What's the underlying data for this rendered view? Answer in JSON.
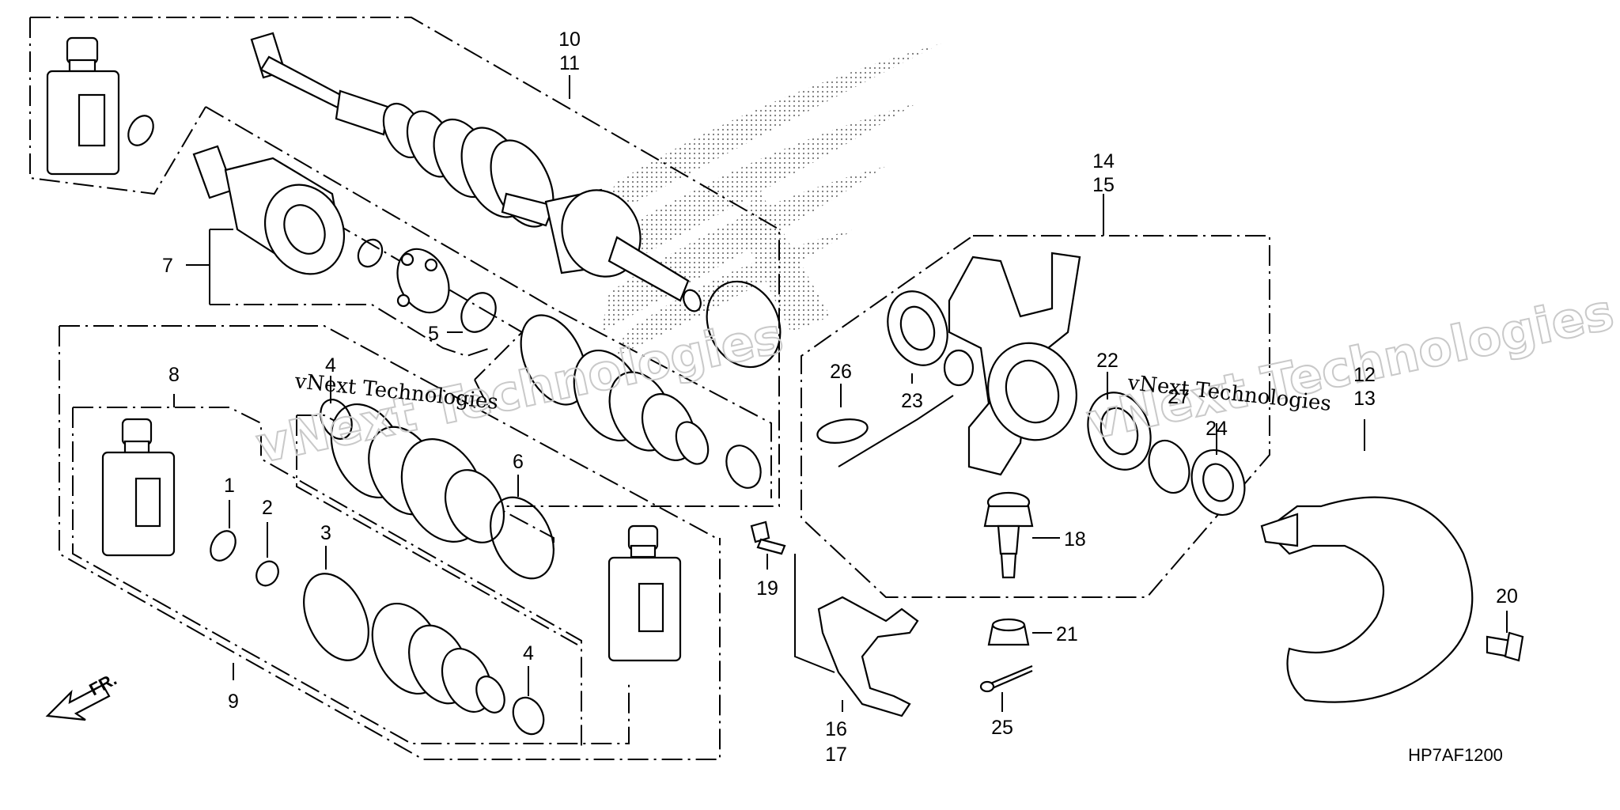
{
  "diagram": {
    "code": "HP7AF1200",
    "direction_label": "FR.",
    "watermark_main": "vNext Technologies",
    "watermark_small": "vNext Technologies",
    "labels": {
      "l10": "10",
      "l11": "11",
      "l14": "14",
      "l15": "15",
      "l7": "7",
      "l5": "5",
      "l8": "8",
      "l4a": "4",
      "l1": "1",
      "l2": "2",
      "l3": "3",
      "l6": "6",
      "l4b": "4",
      "l9": "9",
      "l26": "26",
      "l23": "23",
      "l22": "22",
      "l27": "27",
      "l24": "24",
      "l12": "12",
      "l13": "13",
      "l18": "18",
      "l19": "19",
      "l21": "21",
      "l16": "16",
      "l17": "17",
      "l25": "25",
      "l20": "20"
    }
  }
}
